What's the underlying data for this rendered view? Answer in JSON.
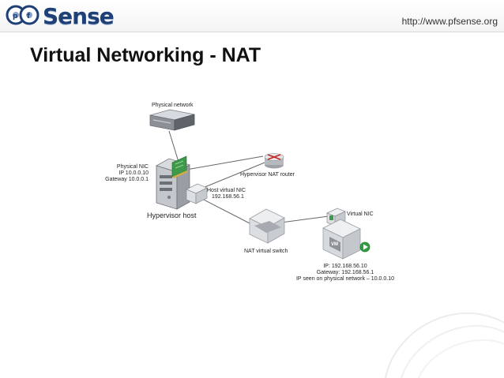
{
  "header": {
    "logo_text": "Sense",
    "logo_icon": "pfsense-logo-icon",
    "url": "http://www.pfsense.org"
  },
  "slide": {
    "title": "Virtual Networking - NAT"
  },
  "diagram": {
    "physical_network": "Physical network",
    "physical_nic": {
      "title": "Physical NIC",
      "ip": "IP 10.0.0.10",
      "gateway": "Gateway 10.0.0.1"
    },
    "hypervisor_host": "Hypervisor host",
    "nat_router": "Hypervisor NAT router",
    "host_virtual_nic": {
      "title": "Host virtual NIC",
      "ip": "192.168.56.1"
    },
    "nat_virtual_switch": "NAT virtual switch",
    "virtual_nic": "Virtual NIC",
    "vm_label": "VM",
    "vm_info": {
      "ip": "IP: 192.168.56.10",
      "gateway": "Gateway: 192.168.56.1",
      "seen": "IP seen on physical network – 10.0.0.10"
    }
  },
  "colors": {
    "brand": "#1f3f77",
    "router_red": "#c62828",
    "vm_power_green": "#2e9e3e"
  }
}
